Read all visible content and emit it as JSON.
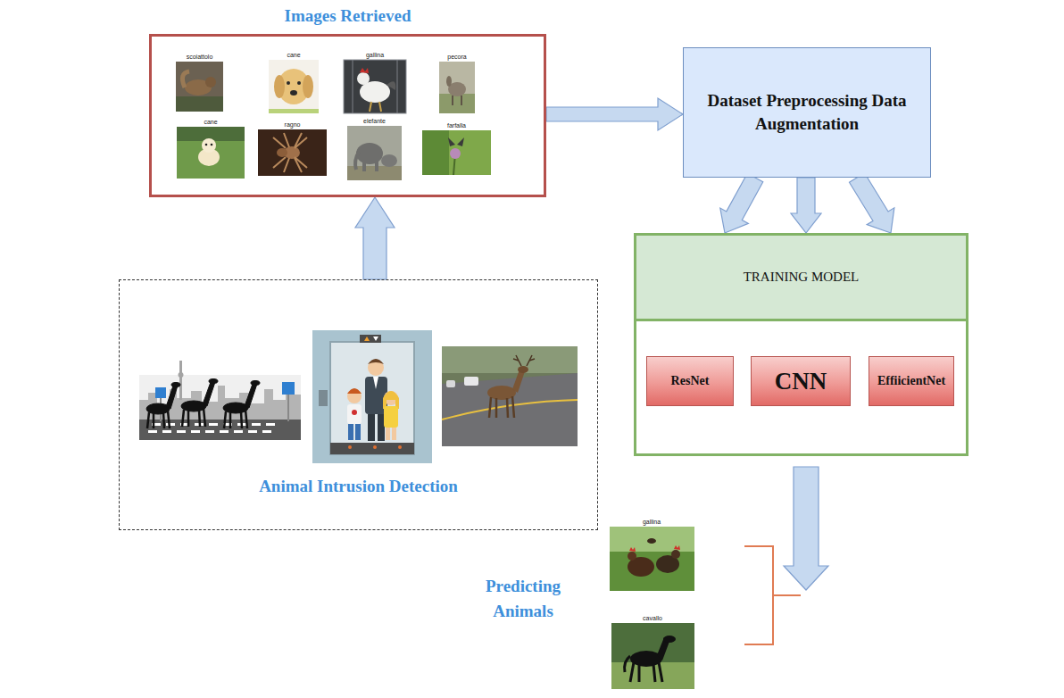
{
  "diagram": {
    "nodes": [
      {
        "text": [
          "Images Retrieved",
          "scoiattolo",
          "cane",
          "gallina",
          "pecora",
          "cane",
          "ragno",
          "elefante",
          "farfalla"
        ]
      },
      {
        "text": [
          "Dataset Preprocessing Data Augmentation"
        ]
      },
      {
        "text": [
          "TRAINING MODEL"
        ]
      },
      {
        "text": [
          "ResNet"
        ],
        "in": 2
      },
      {
        "text": [
          "CNN"
        ],
        "in": 2
      },
      {
        "text": [
          "EffiicientNet"
        ],
        "in": 2
      },
      {
        "text": [
          "Animal Intrusion Detection"
        ]
      }
    ],
    "edges": [
      {
        "from": 6,
        "to": 0,
        "arrow": "to"
      },
      {
        "from": 0,
        "to": 1,
        "arrow": "to"
      },
      {
        "from": 1,
        "to": 2,
        "arrow": "to"
      },
      {
        "from": 1,
        "to": 2,
        "arrow": "to"
      },
      {
        "from": 1,
        "to": 2,
        "arrow": "to"
      },
      {
        "from": 3,
        "to": 4,
        "arrow": "none"
      },
      {
        "from": 4,
        "to": 5,
        "arrow": "none"
      }
    ],
    "labels": [
      "Predicting Animals",
      "gallina",
      "cavallo"
    ]
  }
}
